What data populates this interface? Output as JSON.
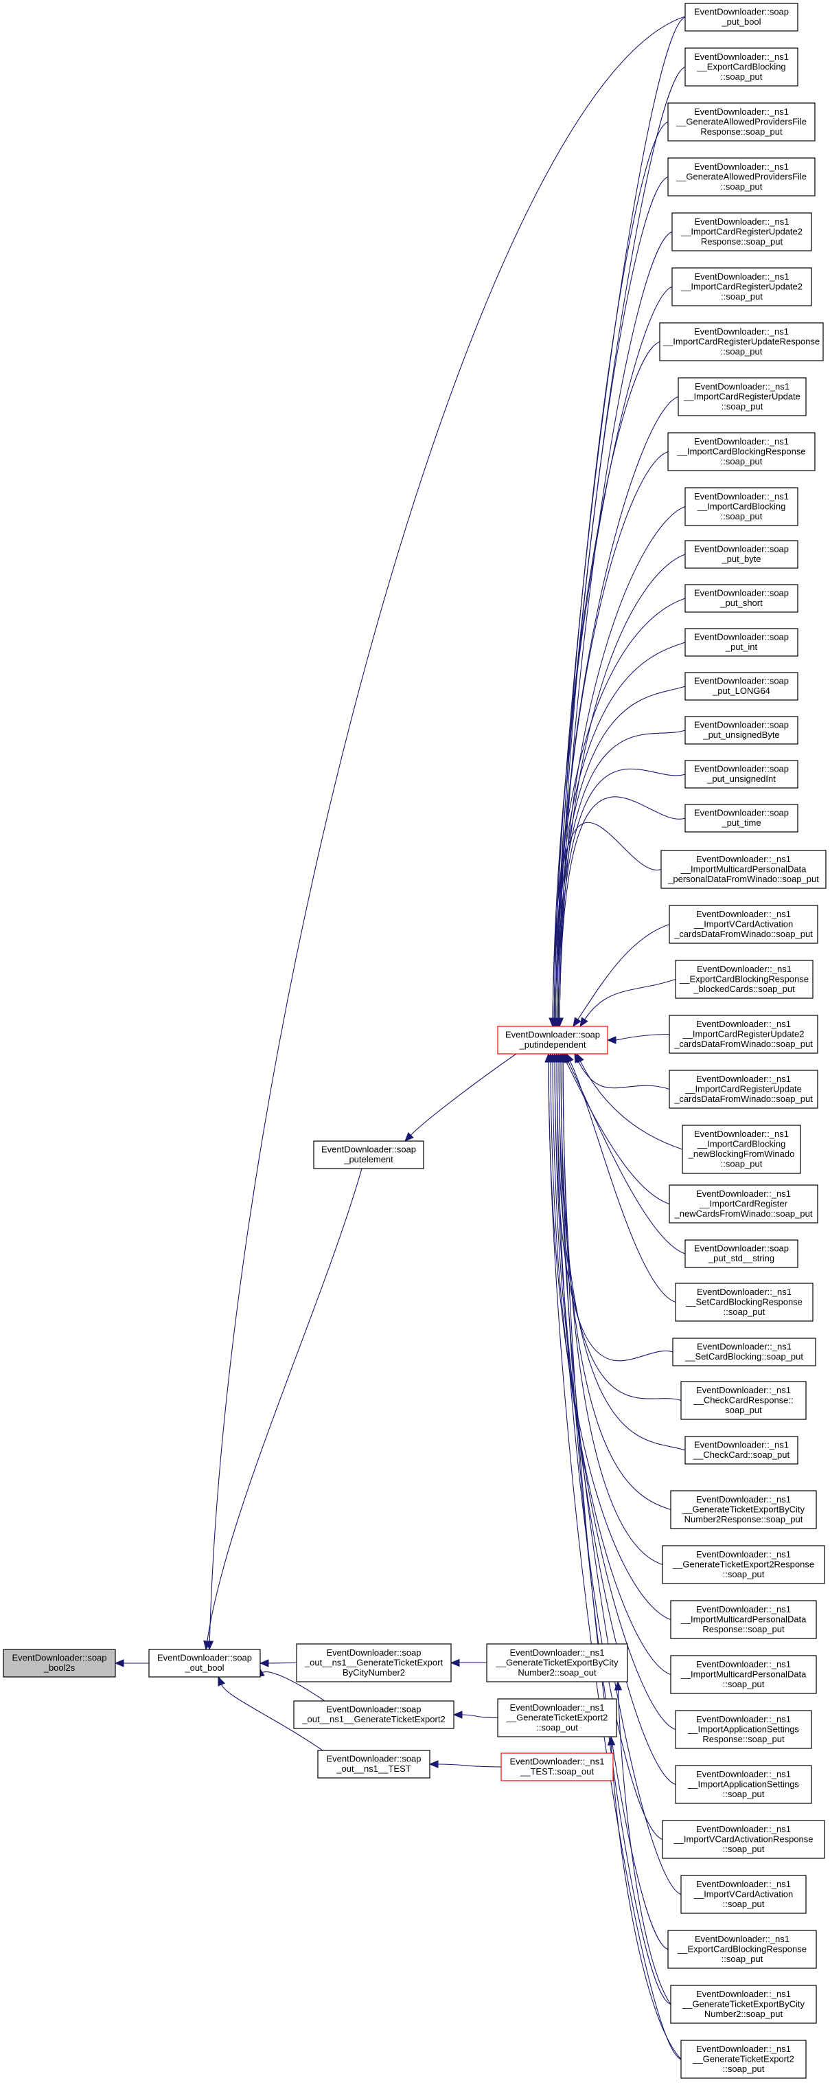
{
  "graph": {
    "colors": {
      "edge": "#191970",
      "root_fill": "#bfbfbf",
      "truncated_border": "#ff0000",
      "border": "#000000"
    },
    "nodes": [
      {
        "id": "bool2s",
        "lines": [
          "EventDownloader::soap",
          "_bool2s"
        ]
      },
      {
        "id": "out_bool",
        "lines": [
          "EventDownloader::soap",
          "_out_bool"
        ]
      },
      {
        "id": "putelement",
        "lines": [
          "EventDownloader::soap",
          "_putelement"
        ]
      },
      {
        "id": "putindependent",
        "lines": [
          "EventDownloader::soap",
          "_putindependent"
        ]
      },
      {
        "id": "out_GTEBCN2",
        "lines": [
          "EventDownloader::soap",
          "_out__ns1__GenerateTicketExport",
          "ByCityNumber2"
        ]
      },
      {
        "id": "out_GTE2",
        "lines": [
          "EventDownloader::soap",
          "_out__ns1__GenerateTicketExport2"
        ]
      },
      {
        "id": "out_TEST",
        "lines": [
          "EventDownloader::soap",
          "_out__ns1__TEST"
        ]
      },
      {
        "id": "GTEBCN2_out",
        "lines": [
          "EventDownloader::_ns1",
          "__GenerateTicketExportByCity",
          "Number2::soap_out"
        ]
      },
      {
        "id": "GTE2_out",
        "lines": [
          "EventDownloader::_ns1",
          "__GenerateTicketExport2",
          "::soap_out"
        ]
      },
      {
        "id": "TEST_out",
        "lines": [
          "EventDownloader::_ns1",
          "__TEST::soap_out"
        ]
      },
      {
        "id": "r1",
        "lines": [
          "EventDownloader::soap",
          "_put_bool"
        ]
      },
      {
        "id": "r2",
        "lines": [
          "EventDownloader::_ns1",
          "__ExportCardBlocking",
          "::soap_put"
        ]
      },
      {
        "id": "r3",
        "lines": [
          "EventDownloader::_ns1",
          "__GenerateAllowedProvidersFile",
          "Response::soap_put"
        ]
      },
      {
        "id": "r4",
        "lines": [
          "EventDownloader::_ns1",
          "__GenerateAllowedProvidersFile",
          "::soap_put"
        ]
      },
      {
        "id": "r5",
        "lines": [
          "EventDownloader::_ns1",
          "__ImportCardRegisterUpdate2",
          "Response::soap_put"
        ]
      },
      {
        "id": "r6",
        "lines": [
          "EventDownloader::_ns1",
          "__ImportCardRegisterUpdate2",
          "::soap_put"
        ]
      },
      {
        "id": "r7",
        "lines": [
          "EventDownloader::_ns1",
          "__ImportCardRegisterUpdateResponse",
          "::soap_put"
        ]
      },
      {
        "id": "r8",
        "lines": [
          "EventDownloader::_ns1",
          "__ImportCardRegisterUpdate",
          "::soap_put"
        ]
      },
      {
        "id": "r9",
        "lines": [
          "EventDownloader::_ns1",
          "__ImportCardBlockingResponse",
          "::soap_put"
        ]
      },
      {
        "id": "r10",
        "lines": [
          "EventDownloader::_ns1",
          "__ImportCardBlocking",
          "::soap_put"
        ]
      },
      {
        "id": "r11",
        "lines": [
          "EventDownloader::soap",
          "_put_byte"
        ]
      },
      {
        "id": "r12",
        "lines": [
          "EventDownloader::soap",
          "_put_short"
        ]
      },
      {
        "id": "r13",
        "lines": [
          "EventDownloader::soap",
          "_put_int"
        ]
      },
      {
        "id": "r14",
        "lines": [
          "EventDownloader::soap",
          "_put_LONG64"
        ]
      },
      {
        "id": "r15",
        "lines": [
          "EventDownloader::soap",
          "_put_unsignedByte"
        ]
      },
      {
        "id": "r16",
        "lines": [
          "EventDownloader::soap",
          "_put_unsignedInt"
        ]
      },
      {
        "id": "r17",
        "lines": [
          "EventDownloader::soap",
          "_put_time"
        ]
      },
      {
        "id": "r18",
        "lines": [
          "EventDownloader::_ns1",
          "__ImportMulticardPersonalData",
          "_personalDataFromWinado::soap_put"
        ]
      },
      {
        "id": "r19",
        "lines": [
          "EventDownloader::_ns1",
          "__ImportVCardActivation",
          "_cardsDataFromWinado::soap_put"
        ]
      },
      {
        "id": "r20",
        "lines": [
          "EventDownloader::_ns1",
          "__ExportCardBlockingResponse",
          "_blockedCards::soap_put"
        ]
      },
      {
        "id": "r21",
        "lines": [
          "EventDownloader::_ns1",
          "__ImportCardRegisterUpdate2",
          "_cardsDataFromWinado::soap_put"
        ]
      },
      {
        "id": "r22",
        "lines": [
          "EventDownloader::_ns1",
          "__ImportCardRegisterUpdate",
          "_cardsDataFromWinado::soap_put"
        ]
      },
      {
        "id": "r23",
        "lines": [
          "EventDownloader::_ns1",
          "__ImportCardBlocking",
          "_newBlockingFromWinado",
          "::soap_put"
        ]
      },
      {
        "id": "r24",
        "lines": [
          "EventDownloader::_ns1",
          "__ImportCardRegister",
          "_newCardsFromWinado::soap_put"
        ]
      },
      {
        "id": "r25",
        "lines": [
          "EventDownloader::soap",
          "_put_std__string"
        ]
      },
      {
        "id": "r26",
        "lines": [
          "EventDownloader::_ns1",
          "__SetCardBlockingResponse",
          "::soap_put"
        ]
      },
      {
        "id": "r27",
        "lines": [
          "EventDownloader::_ns1",
          "__SetCardBlocking::soap_put"
        ]
      },
      {
        "id": "r28",
        "lines": [
          "EventDownloader::_ns1",
          "__CheckCardResponse::",
          "soap_put"
        ]
      },
      {
        "id": "r29",
        "lines": [
          "EventDownloader::_ns1",
          "__CheckCard::soap_put"
        ]
      },
      {
        "id": "r30",
        "lines": [
          "EventDownloader::_ns1",
          "__GenerateTicketExportByCity",
          "Number2Response::soap_put"
        ]
      },
      {
        "id": "r31",
        "lines": [
          "EventDownloader::_ns1",
          "__GenerateTicketExport2Response",
          "::soap_put"
        ]
      },
      {
        "id": "r32",
        "lines": [
          "EventDownloader::_ns1",
          "__ImportMulticardPersonalData",
          "Response::soap_put"
        ]
      },
      {
        "id": "r33",
        "lines": [
          "EventDownloader::_ns1",
          "__ImportMulticardPersonalData",
          "::soap_put"
        ]
      },
      {
        "id": "r34",
        "lines": [
          "EventDownloader::_ns1",
          "__ImportApplicationSettings",
          "Response::soap_put"
        ]
      },
      {
        "id": "r35",
        "lines": [
          "EventDownloader::_ns1",
          "__ImportApplicationSettings",
          "::soap_put"
        ]
      },
      {
        "id": "r36",
        "lines": [
          "EventDownloader::_ns1",
          "__ImportVCardActivationResponse",
          "::soap_put"
        ]
      },
      {
        "id": "r37",
        "lines": [
          "EventDownloader::_ns1",
          "__ImportVCardActivation",
          "::soap_put"
        ]
      },
      {
        "id": "r38",
        "lines": [
          "EventDownloader::_ns1",
          "__ExportCardBlockingResponse",
          "::soap_put"
        ]
      },
      {
        "id": "r39",
        "lines": [
          "EventDownloader::_ns1",
          "__GenerateTicketExportByCity",
          "Number2::soap_put"
        ]
      },
      {
        "id": "r40",
        "lines": [
          "EventDownloader::_ns1",
          "__GenerateTicketExport2",
          "::soap_put"
        ]
      }
    ]
  }
}
